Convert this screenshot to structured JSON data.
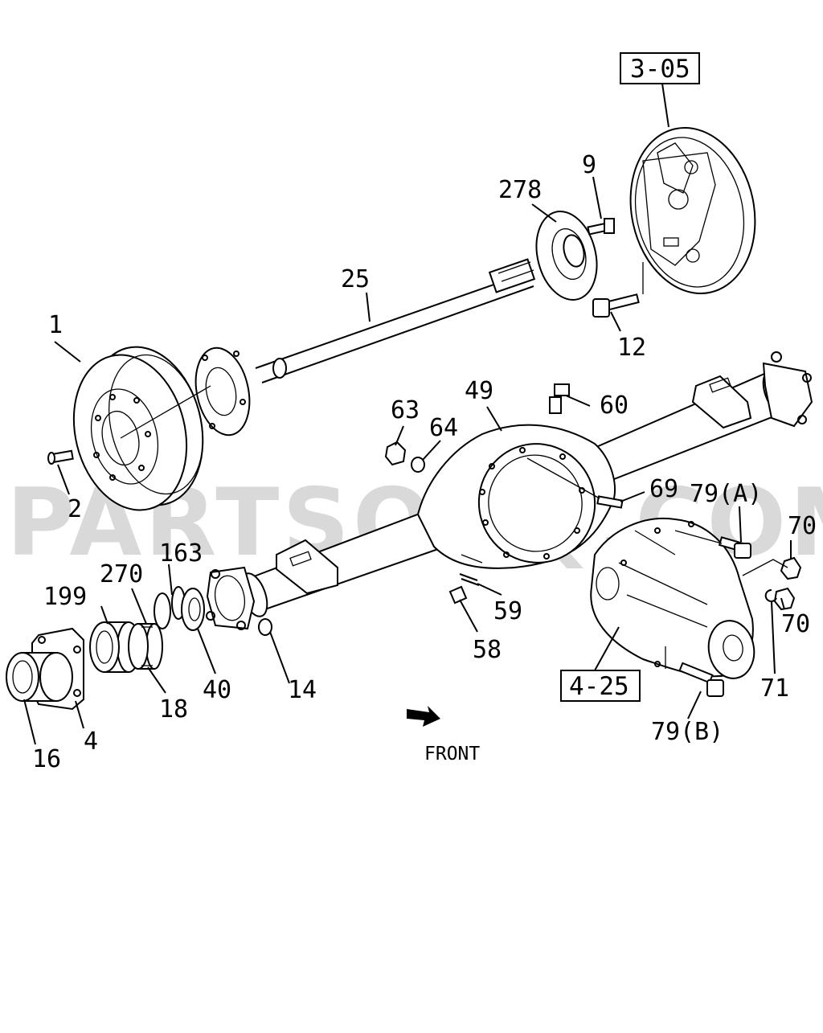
{
  "watermark": "PARTSOUQ.COM",
  "direction_label": "FRONT",
  "reference_boxes": [
    "3-05",
    "4-25"
  ],
  "callouts": [
    "1",
    "2",
    "4",
    "9",
    "12",
    "14",
    "16",
    "18",
    "25",
    "40",
    "49",
    "58",
    "59",
    "60",
    "63",
    "64",
    "69",
    "70",
    "70",
    "71",
    "79(A)",
    "79(B)",
    "163",
    "199",
    "270",
    "278"
  ],
  "colors": {
    "line": "#000000",
    "background": "#ffffff",
    "watermark": "#d9d9d9"
  }
}
